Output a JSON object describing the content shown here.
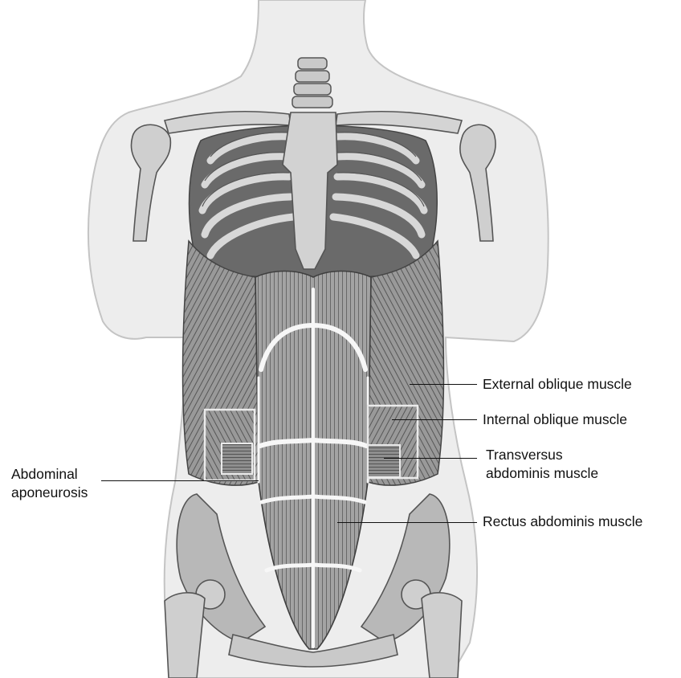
{
  "figure": {
    "subject": "anterior abdominal wall muscles",
    "colors": {
      "skin": "#ededed",
      "skin_edge": "#c4c4c4",
      "bone": "#c9c9c9",
      "bone_edge": "#555555",
      "muscle": "#9a9a9a",
      "muscle_dark": "#6f6f6f",
      "fiber": "#4a4a4a",
      "tendon": "#f7f7f7",
      "text": "#111111"
    }
  },
  "labels": {
    "external_oblique": "External oblique muscle",
    "internal_oblique": "Internal oblique muscle",
    "transversus_line1": "Transversus",
    "transversus_line2": "abdominis muscle",
    "aponeurosis_line1": "Abdominal",
    "aponeurosis_line2": "aponeurosis",
    "rectus_abdominis": "Rectus abdominis muscle"
  }
}
